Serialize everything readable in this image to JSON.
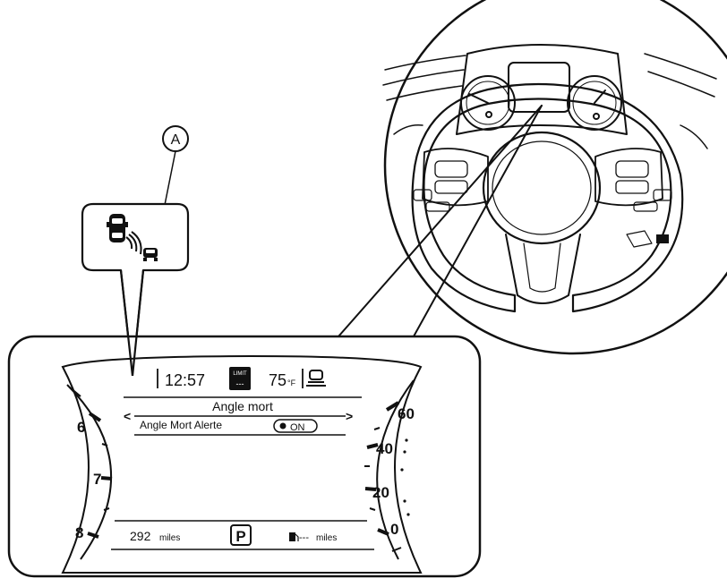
{
  "callout": {
    "letter": "A"
  },
  "display": {
    "time": "12:57",
    "limit_label": "LIMIT",
    "limit_value": "---",
    "temperature": "75",
    "temperature_unit": "°F",
    "menu_title": "Angle mort",
    "menu_item": "Angle Mort Alerte",
    "toggle_value": "ON",
    "nav_left": "<",
    "nav_right": ">",
    "odometer_value": "292",
    "odometer_unit": "miles",
    "gear": "P",
    "range_value": "---",
    "range_unit": "miles"
  },
  "tachometer": {
    "ticks": [
      "6",
      "7",
      "8"
    ]
  },
  "speedometer": {
    "ticks": [
      "60",
      "40",
      "20",
      "0"
    ]
  },
  "icons": [
    "blind-spot-warning-icon",
    "vehicle-ahead-icon",
    "fuel-pump-icon",
    "steering-wheel-icon"
  ]
}
